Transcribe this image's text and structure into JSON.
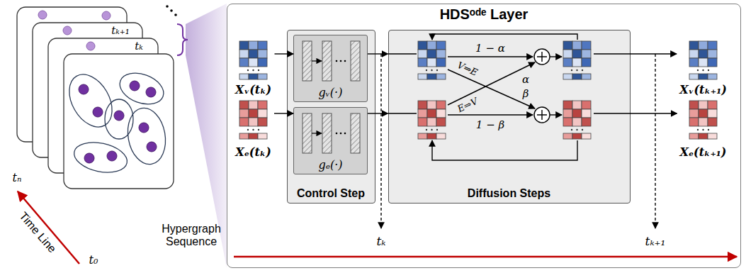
{
  "diagram": {
    "nodes": [
      {
        "text": [
          "Hypergraph Sequence"
        ]
      },
      {
        "text": [
          "HDSᵒᵈᵉ Layer"
        ]
      },
      {
        "text": [
          "Xᵥ(tₖ)"
        ],
        "in": 1
      },
      {
        "text": [
          "Xₑ(tₖ)"
        ],
        "in": 1
      },
      {
        "text": [
          "Control Step"
        ],
        "in": 1
      },
      {
        "text": [
          "gᵥ(·)"
        ],
        "in": 4
      },
      {
        "text": [
          "gₑ(·)"
        ],
        "in": 4
      },
      {
        "text": [
          "Diffusion Steps"
        ],
        "in": 1
      },
      {
        "text": [
          "Xᵥ(tₖ₊₁)"
        ],
        "in": 1
      },
      {
        "text": [
          "Xₑ(tₖ₊₁)"
        ],
        "in": 1
      }
    ],
    "edges": [
      {
        "from": 2,
        "to": 5,
        "arrow": "to"
      },
      {
        "from": 3,
        "to": 6,
        "arrow": "to"
      },
      {
        "from": 5,
        "to": 7,
        "arrow": "to"
      },
      {
        "from": 6,
        "to": 7,
        "arrow": "to"
      },
      {
        "from": 7,
        "to": 8,
        "arrow": "to"
      },
      {
        "from": 7,
        "to": 9,
        "arrow": "to"
      }
    ],
    "labels": [
      "tₖ₊₁",
      "tₖ",
      "tₙ",
      "t₀",
      "Time Line",
      "1 − α",
      "α",
      "β",
      "1 − β",
      "V⇒E",
      "E⇒V",
      "tₖ",
      "tₖ₊₁"
    ]
  }
}
